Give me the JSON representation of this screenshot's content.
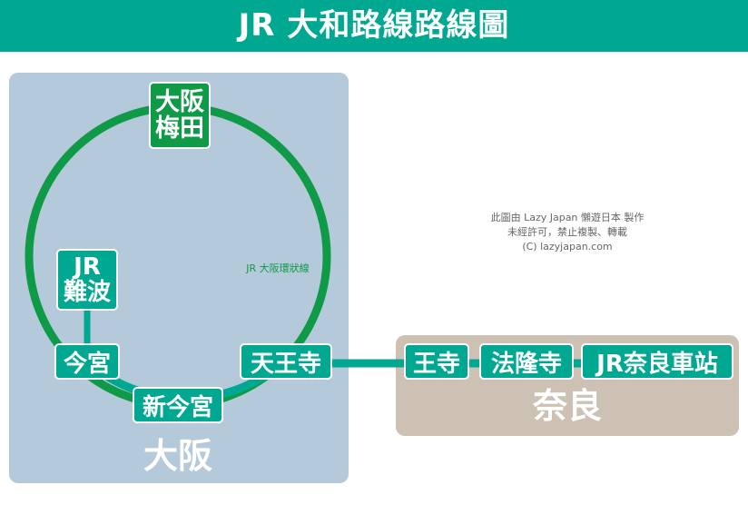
{
  "header": {
    "title": "JR 大和路線路線圖"
  },
  "colors": {
    "header_bg": "#00a891",
    "loop_line": "#0f9a48",
    "yamatoji_line": "#00a891",
    "osaka_region": "#b4c9d9",
    "nara_region": "#cdc1b4"
  },
  "regions": {
    "osaka": "大阪",
    "nara": "奈良"
  },
  "loop_line_label": "JR 大阪環狀線",
  "stations": {
    "osaka_umeda": [
      "大阪",
      "梅田"
    ],
    "jr_namba": [
      "JR",
      "難波"
    ],
    "imamiya": "今宮",
    "shin_imamiya": "新今宮",
    "tennoji": "天王寺",
    "oji": "王寺",
    "horyuji": "法隆寺",
    "jr_nara": "JR奈良車站"
  },
  "credit": [
    "此圖由 Lazy Japan 懶遊日本 製作",
    "未經許可，禁止複製、轉載",
    "(C) lazyjapan.com"
  ]
}
